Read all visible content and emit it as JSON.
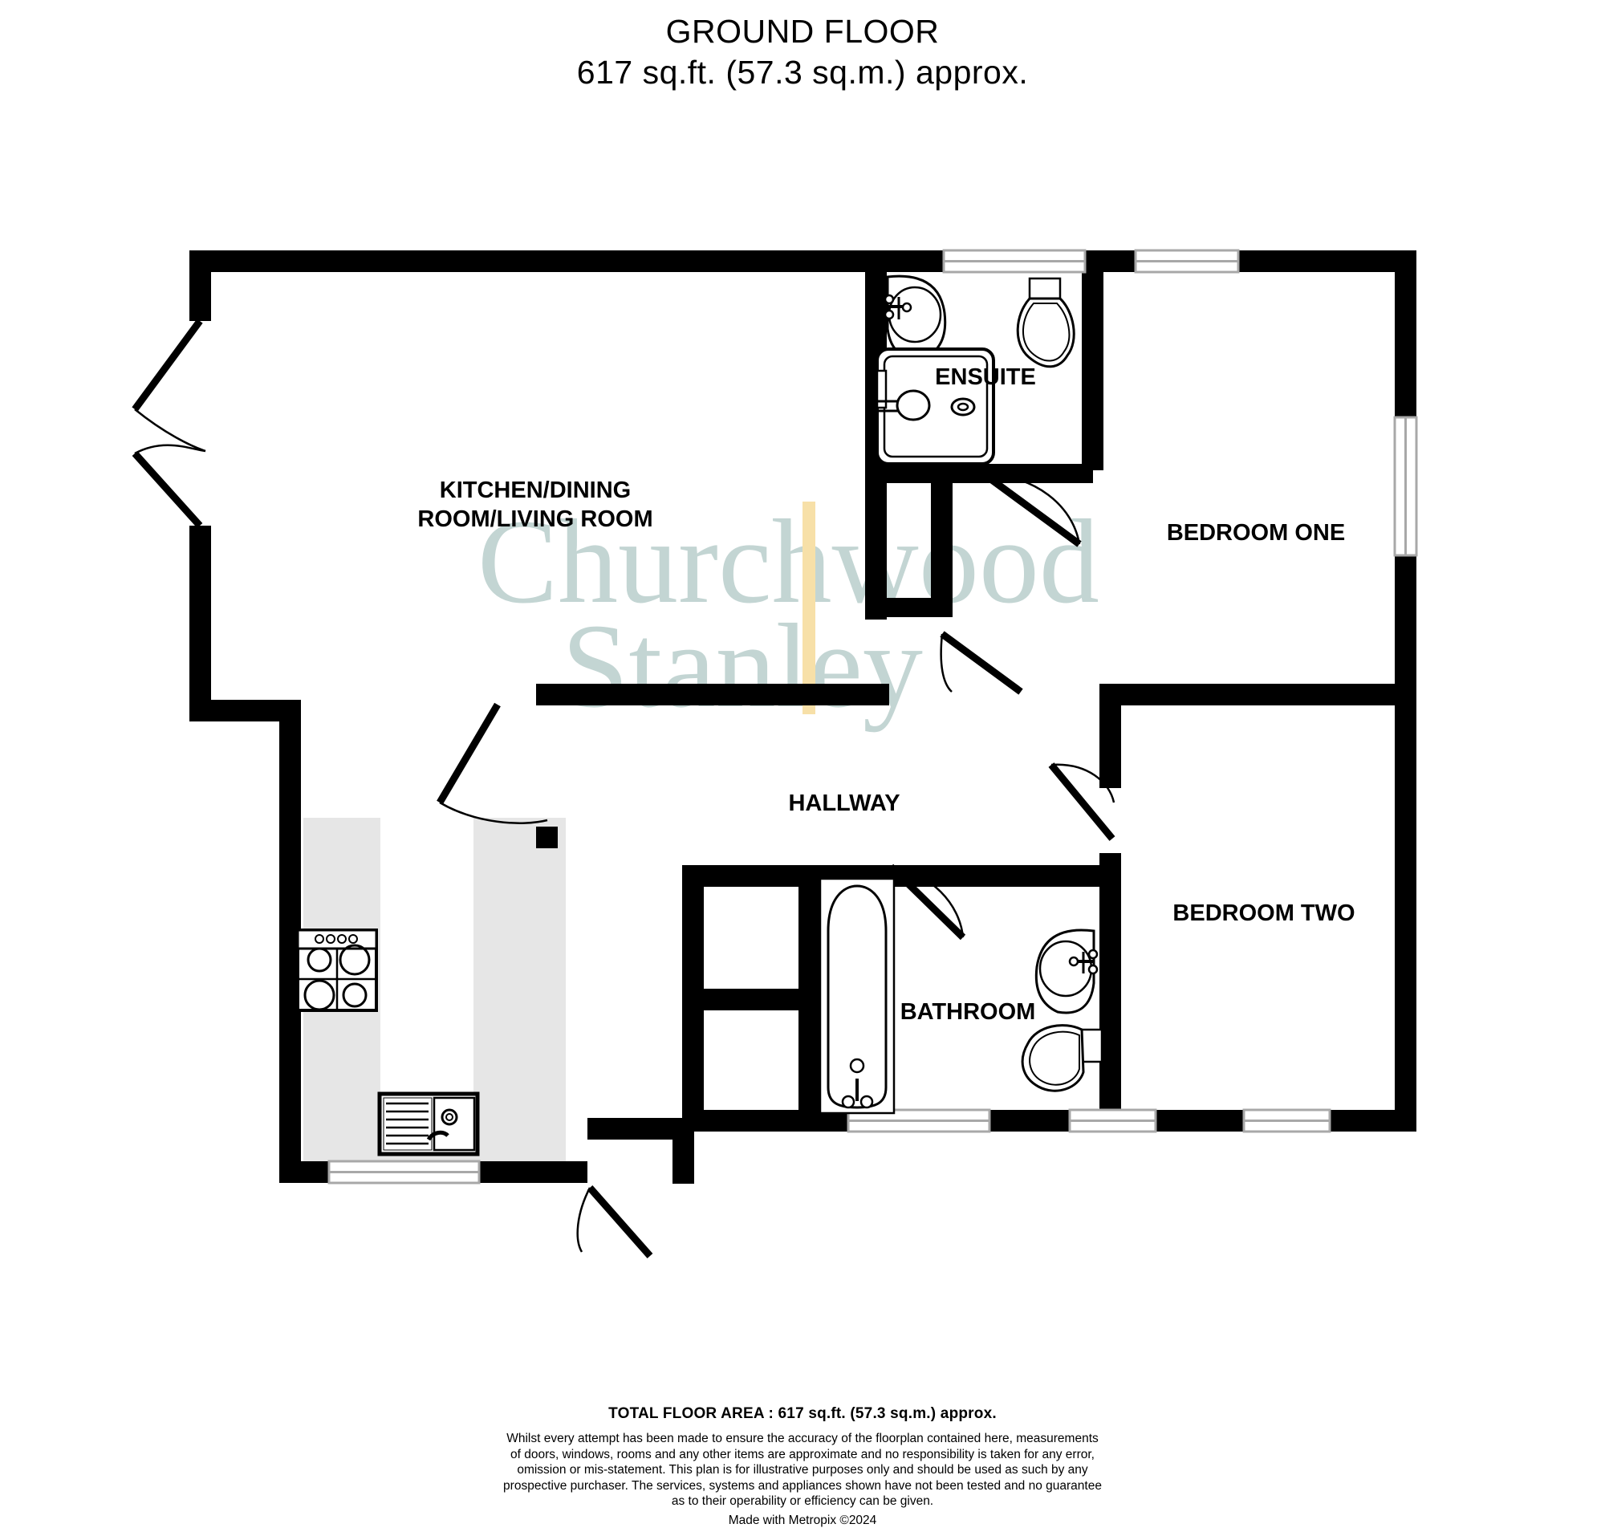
{
  "header": {
    "title": "GROUND FLOOR",
    "area": "617 sq.ft. (57.3 sq.m.) approx."
  },
  "watermark": {
    "line1": "Churchwood",
    "line2": "Stanley",
    "color_primary": "#c3d5d3",
    "color_accent": "#f7e0a8"
  },
  "rooms": [
    {
      "id": "kitchen",
      "label_line1": "KITCHEN/DINING",
      "label_line2": "ROOM/LIVING ROOM"
    },
    {
      "id": "ensuite",
      "label": "ENSUITE"
    },
    {
      "id": "bedroom_one",
      "label": "BEDROOM ONE"
    },
    {
      "id": "bedroom_two",
      "label": "BEDROOM TWO"
    },
    {
      "id": "hallway",
      "label": "HALLWAY"
    },
    {
      "id": "bathroom",
      "label": "BATHROOM"
    }
  ],
  "fixtures": [
    {
      "id": "hob",
      "name": "kitchen-hob-icon"
    },
    {
      "id": "kitchen_sink",
      "name": "kitchen-sink-icon"
    },
    {
      "id": "ensuite_basin",
      "name": "wash-basin-icon"
    },
    {
      "id": "ensuite_wc",
      "name": "toilet-icon"
    },
    {
      "id": "shower",
      "name": "shower-enclosure-icon"
    },
    {
      "id": "bath",
      "name": "bathtub-icon"
    },
    {
      "id": "bathroom_basin",
      "name": "wash-basin-icon"
    },
    {
      "id": "bathroom_wc",
      "name": "toilet-icon"
    }
  ],
  "footer": {
    "total": "TOTAL FLOOR AREA : 617 sq.ft. (57.3 sq.m.) approx.",
    "disclaimer_lines": [
      "Whilst every attempt has been made to ensure the accuracy of the floorplan contained here, measurements",
      "of doors, windows, rooms and any other items are approximate and no responsibility is taken for any error,",
      "omission or mis-statement. This plan is for illustrative purposes only and should be used as such by any",
      "prospective purchaser. The services, systems and appliances shown have not been tested and no guarantee",
      "as to their operability or efficiency can be given."
    ],
    "made_with": "Made with Metropix ©2024"
  },
  "colors": {
    "wall": "#000000",
    "window_frame": "#a8a8a8",
    "worktop": "#e6e6e6",
    "background": "#ffffff"
  }
}
